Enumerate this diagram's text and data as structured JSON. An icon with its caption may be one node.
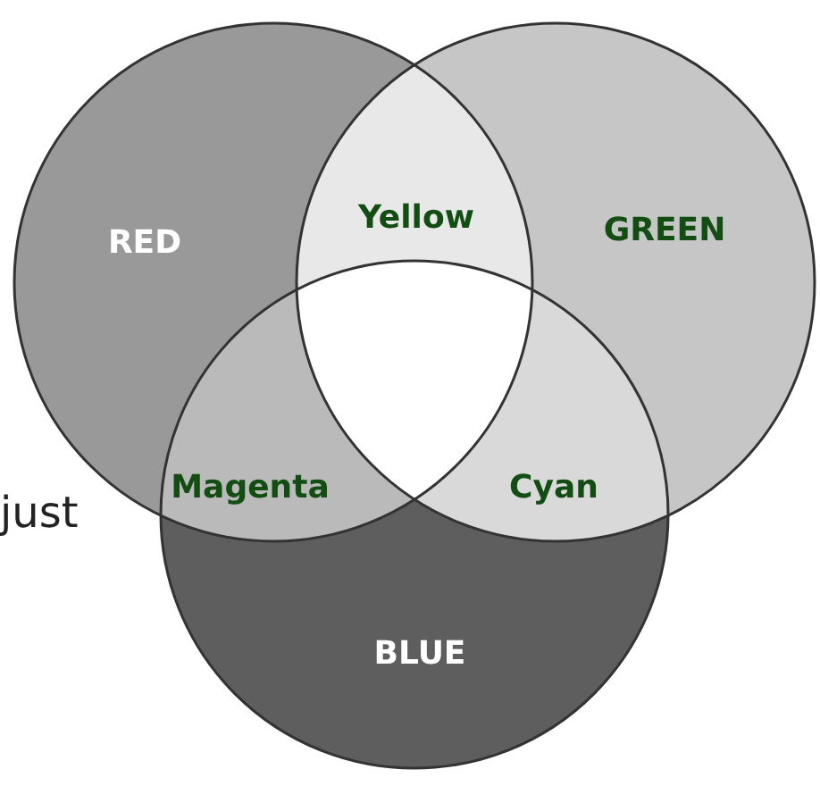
{
  "diagram": {
    "nodes": [
      {
        "text": [
          "RED"
        ]
      },
      {
        "text": [
          "GREEN"
        ]
      },
      {
        "text": [
          "BLUE"
        ]
      }
    ],
    "labels": [
      "Yellow",
      "Magenta",
      "Cyan",
      "just"
    ]
  }
}
